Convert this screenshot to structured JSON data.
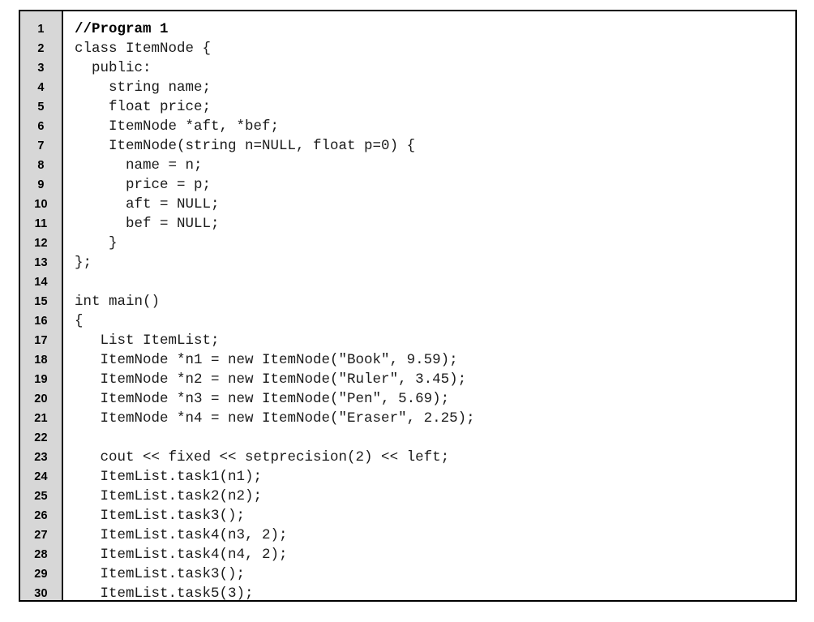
{
  "document": {
    "kind": "code-listing",
    "language": "C++",
    "title": "//Program 1",
    "frame_color": "#000000",
    "gutter_color": "#d7d7d7",
    "gutter_separator_color": "#1a1a1a",
    "code_color": "#1b1b1b",
    "background_color": "#ffffff"
  },
  "lines": [
    {
      "number": "1",
      "text": "//Program 1",
      "bold": true
    },
    {
      "number": "2",
      "text": "class ItemNode {",
      "bold": false
    },
    {
      "number": "3",
      "text": "  public:",
      "bold": false
    },
    {
      "number": "4",
      "text": "    string name;",
      "bold": false
    },
    {
      "number": "5",
      "text": "    float price;",
      "bold": false
    },
    {
      "number": "6",
      "text": "    ItemNode *aft, *bef;",
      "bold": false
    },
    {
      "number": "7",
      "text": "    ItemNode(string n=NULL, float p=0) {",
      "bold": false
    },
    {
      "number": "8",
      "text": "      name = n;",
      "bold": false
    },
    {
      "number": "9",
      "text": "      price = p;",
      "bold": false
    },
    {
      "number": "10",
      "text": "      aft = NULL;",
      "bold": false
    },
    {
      "number": "11",
      "text": "      bef = NULL;",
      "bold": false
    },
    {
      "number": "12",
      "text": "    }",
      "bold": false
    },
    {
      "number": "13",
      "text": "};",
      "bold": false
    },
    {
      "number": "14",
      "text": "",
      "bold": false
    },
    {
      "number": "15",
      "text": "int main()",
      "bold": false
    },
    {
      "number": "16",
      "text": "{",
      "bold": false
    },
    {
      "number": "17",
      "text": "   List ItemList;",
      "bold": false
    },
    {
      "number": "18",
      "text": "   ItemNode *n1 = new ItemNode(\"Book\", 9.59);",
      "bold": false
    },
    {
      "number": "19",
      "text": "   ItemNode *n2 = new ItemNode(\"Ruler\", 3.45);",
      "bold": false
    },
    {
      "number": "20",
      "text": "   ItemNode *n3 = new ItemNode(\"Pen\", 5.69);",
      "bold": false
    },
    {
      "number": "21",
      "text": "   ItemNode *n4 = new ItemNode(\"Eraser\", 2.25);",
      "bold": false
    },
    {
      "number": "22",
      "text": "",
      "bold": false
    },
    {
      "number": "23",
      "text": "   cout << fixed << setprecision(2) << left;",
      "bold": false
    },
    {
      "number": "24",
      "text": "   ItemList.task1(n1);",
      "bold": false
    },
    {
      "number": "25",
      "text": "   ItemList.task2(n2);",
      "bold": false
    },
    {
      "number": "26",
      "text": "   ItemList.task3();",
      "bold": false
    },
    {
      "number": "27",
      "text": "   ItemList.task4(n3, 2);",
      "bold": false
    },
    {
      "number": "28",
      "text": "   ItemList.task4(n4, 2);",
      "bold": false
    },
    {
      "number": "29",
      "text": "   ItemList.task3();",
      "bold": false
    },
    {
      "number": "30",
      "text": "   ItemList.task5(3);",
      "bold": false
    }
  ]
}
